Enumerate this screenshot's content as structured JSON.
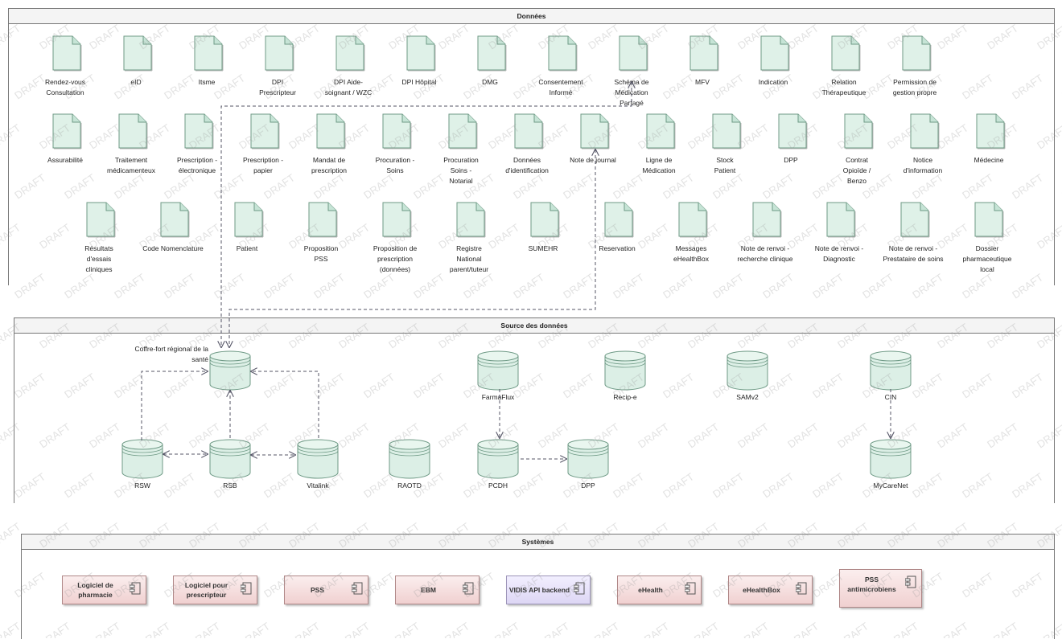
{
  "packages": {
    "donnees": "Données",
    "source": "Source des données",
    "systemes": "Systèmes"
  },
  "documents": [
    {
      "id": "rendez-vous-consultation",
      "label": [
        "Rendez-vous",
        "Consultation"
      ]
    },
    {
      "id": "eid",
      "label": [
        "eID"
      ]
    },
    {
      "id": "itsme",
      "label": [
        "Itsme"
      ]
    },
    {
      "id": "dpi-prescripteur",
      "label": [
        "DPI",
        "Prescripteur"
      ]
    },
    {
      "id": "dpi-aide-soignant",
      "label": [
        "DPI Aide-",
        "soignant / WZC"
      ]
    },
    {
      "id": "dpi-hopital",
      "label": [
        "DPI Hôpital"
      ]
    },
    {
      "id": "dmg",
      "label": [
        "DMG"
      ]
    },
    {
      "id": "consentement-informe",
      "label": [
        "Consentement",
        "Informé"
      ]
    },
    {
      "id": "schema-medication-partage",
      "label": [
        "Schéma de",
        "Médication",
        "Partagé"
      ]
    },
    {
      "id": "mfv",
      "label": [
        "MFV"
      ]
    },
    {
      "id": "indication",
      "label": [
        "Indication"
      ]
    },
    {
      "id": "relation-therapeutique",
      "label": [
        "Relation",
        "Thérapeutique"
      ]
    },
    {
      "id": "permission-gestion-propre",
      "label": [
        "Permission de",
        "gestion propre"
      ]
    },
    {
      "id": "assurabilite",
      "label": [
        "Assurabilité"
      ]
    },
    {
      "id": "traitement-medicamenteux",
      "label": [
        "Traitement",
        "médicamenteux"
      ]
    },
    {
      "id": "prescription-electronique",
      "label": [
        "Prescription -",
        "électronique"
      ]
    },
    {
      "id": "prescription-papier",
      "label": [
        "Prescription -",
        "papier"
      ]
    },
    {
      "id": "mandat-prescription",
      "label": [
        "Mandat de",
        "prescription"
      ]
    },
    {
      "id": "procuration-soins",
      "label": [
        "Procuration -",
        "Soins"
      ]
    },
    {
      "id": "procuration-soins-notarial",
      "label": [
        "Procuration",
        "Soins -",
        "Notarial"
      ]
    },
    {
      "id": "donnees-identification",
      "label": [
        "Données",
        "d'identification"
      ]
    },
    {
      "id": "note-journal",
      "label": [
        "Note de journal"
      ]
    },
    {
      "id": "ligne-medication",
      "label": [
        "Ligne de",
        "Médication"
      ]
    },
    {
      "id": "stock-patient",
      "label": [
        "Stock",
        "Patient"
      ]
    },
    {
      "id": "dpp-doc",
      "label": [
        "DPP"
      ]
    },
    {
      "id": "contrat-opioide-benzo",
      "label": [
        "Contrat",
        "Opioïde /",
        "Benzo"
      ]
    },
    {
      "id": "notice-information",
      "label": [
        "Notice",
        "d'information"
      ]
    },
    {
      "id": "medecine",
      "label": [
        "Médecine"
      ]
    },
    {
      "id": "resultats-essais-cliniques",
      "label": [
        "Résultats",
        "d'essais",
        "cliniques"
      ]
    },
    {
      "id": "code-nomenclature",
      "label": [
        "Code Nomenclature"
      ]
    },
    {
      "id": "patient",
      "label": [
        "Patient"
      ]
    },
    {
      "id": "proposition-pss",
      "label": [
        "Proposition",
        "PSS"
      ]
    },
    {
      "id": "proposition-prescription",
      "label": [
        "Proposition de",
        "prescription",
        "(données)"
      ]
    },
    {
      "id": "registre-national",
      "label": [
        "Registre",
        "National",
        "parent/tuteur"
      ]
    },
    {
      "id": "sumehr",
      "label": [
        "SUMEHR"
      ]
    },
    {
      "id": "reservation",
      "label": [
        "Reservation"
      ]
    },
    {
      "id": "messages-ehealthbox",
      "label": [
        "Messages",
        "eHealthBox"
      ]
    },
    {
      "id": "note-renvoi-recherche",
      "label": [
        "Note de renvoi -",
        "recherche clinique"
      ]
    },
    {
      "id": "note-renvoi-diagnostic",
      "label": [
        "Note de renvoi -",
        "Diagnostic"
      ]
    },
    {
      "id": "note-renvoi-prestataire",
      "label": [
        "Note de renvoi -",
        "Prestataire de soins"
      ]
    },
    {
      "id": "dossier-pharmaceutique",
      "label": [
        "Dossier",
        "pharmaceutique",
        "local"
      ]
    }
  ],
  "databases": [
    {
      "id": "coffre-fort",
      "label": [
        "Coffre-fort régional de la",
        "santé"
      ]
    },
    {
      "id": "farmaflux",
      "label": [
        "FarmaFlux"
      ]
    },
    {
      "id": "recip-e",
      "label": [
        "Recip-e"
      ]
    },
    {
      "id": "samv2",
      "label": [
        "SAMv2"
      ]
    },
    {
      "id": "cin",
      "label": [
        "CIN"
      ]
    },
    {
      "id": "rsw",
      "label": [
        "RSW"
      ]
    },
    {
      "id": "rsb",
      "label": [
        "RSB"
      ]
    },
    {
      "id": "vitalink",
      "label": [
        "Vitalink"
      ]
    },
    {
      "id": "raotd",
      "label": [
        "RAOTD"
      ]
    },
    {
      "id": "pcdh",
      "label": [
        "PCDH"
      ]
    },
    {
      "id": "dpp-db",
      "label": [
        "DPP"
      ]
    },
    {
      "id": "mycarenet",
      "label": [
        "MyCareNet"
      ]
    }
  ],
  "components": [
    {
      "id": "logiciel-pharmacie",
      "label": [
        "Logiciel de",
        "pharmacie"
      ]
    },
    {
      "id": "logiciel-prescripteur",
      "label": [
        "Logiciel pour",
        "prescripteur"
      ]
    },
    {
      "id": "pss",
      "label": [
        "PSS"
      ]
    },
    {
      "id": "ebm",
      "label": [
        "EBM"
      ]
    },
    {
      "id": "vidis",
      "label": [
        "VIDIS API backend"
      ],
      "color": "#ddd6f4"
    },
    {
      "id": "ehealth",
      "label": [
        "eHealth"
      ]
    },
    {
      "id": "ehealthbox",
      "label": [
        "eHealthBox"
      ]
    },
    {
      "id": "pss-antimicrobiens",
      "label": [
        "PSS antimicrobiens"
      ]
    }
  ],
  "watermark": "DRAFT",
  "colors": {
    "doc_fill": "#dff1e8",
    "doc_stroke": "#6f9a86",
    "db_fill": "#dcefe6",
    "db_stroke": "#6f9a86",
    "component_fill": "#f6dede",
    "wire": "#556"
  }
}
